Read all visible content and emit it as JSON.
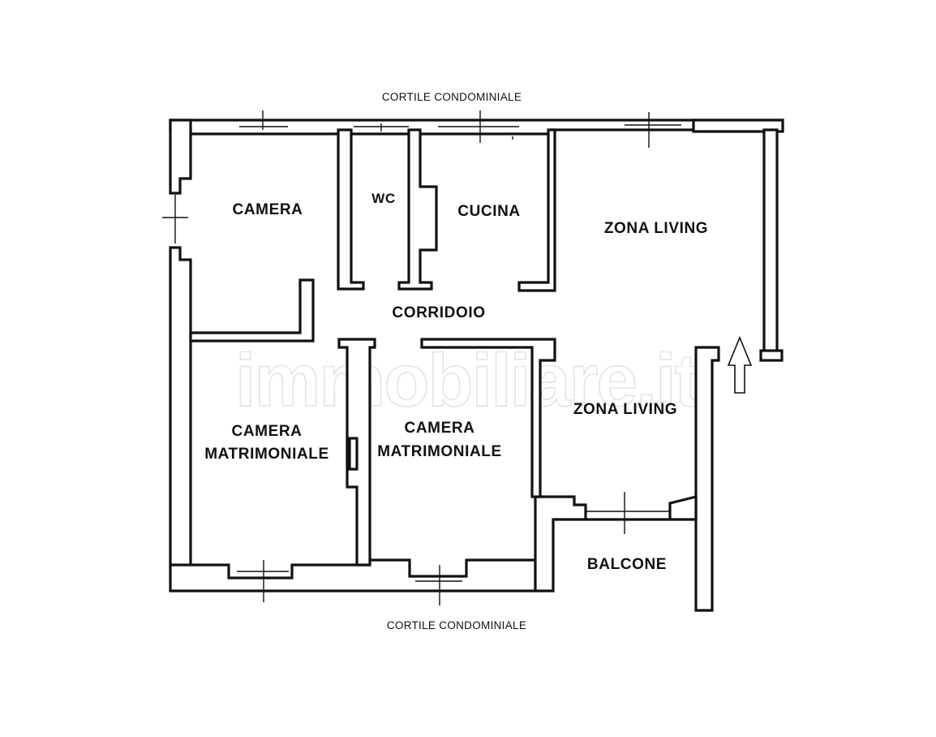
{
  "labels": {
    "courtyard_top": "CORTILE CONDOMINIALE",
    "courtyard_bottom": "CORTILE CONDOMINIALE",
    "camera": "CAMERA",
    "wc": "WC",
    "cucina": "CUCINA",
    "zona_living_upper": "ZONA LIVING",
    "corridoio": "CORRIDOIO",
    "camera_matrimoniale_left_1": "CAMERA",
    "camera_matrimoniale_left_2": "MATRIMONIALE",
    "camera_matrimoniale_right_1": "CAMERA",
    "camera_matrimoniale_right_2": "MATRIMONIALE",
    "zona_living_lower": "ZONA LIVING",
    "balcone": "BALCONE"
  },
  "watermark": "immobiliare.it",
  "colors": {
    "ink": "#111111",
    "watermark": "#d9d9d9",
    "background": "#ffffff"
  },
  "icons": {
    "entrance": "arrow-up-icon"
  }
}
